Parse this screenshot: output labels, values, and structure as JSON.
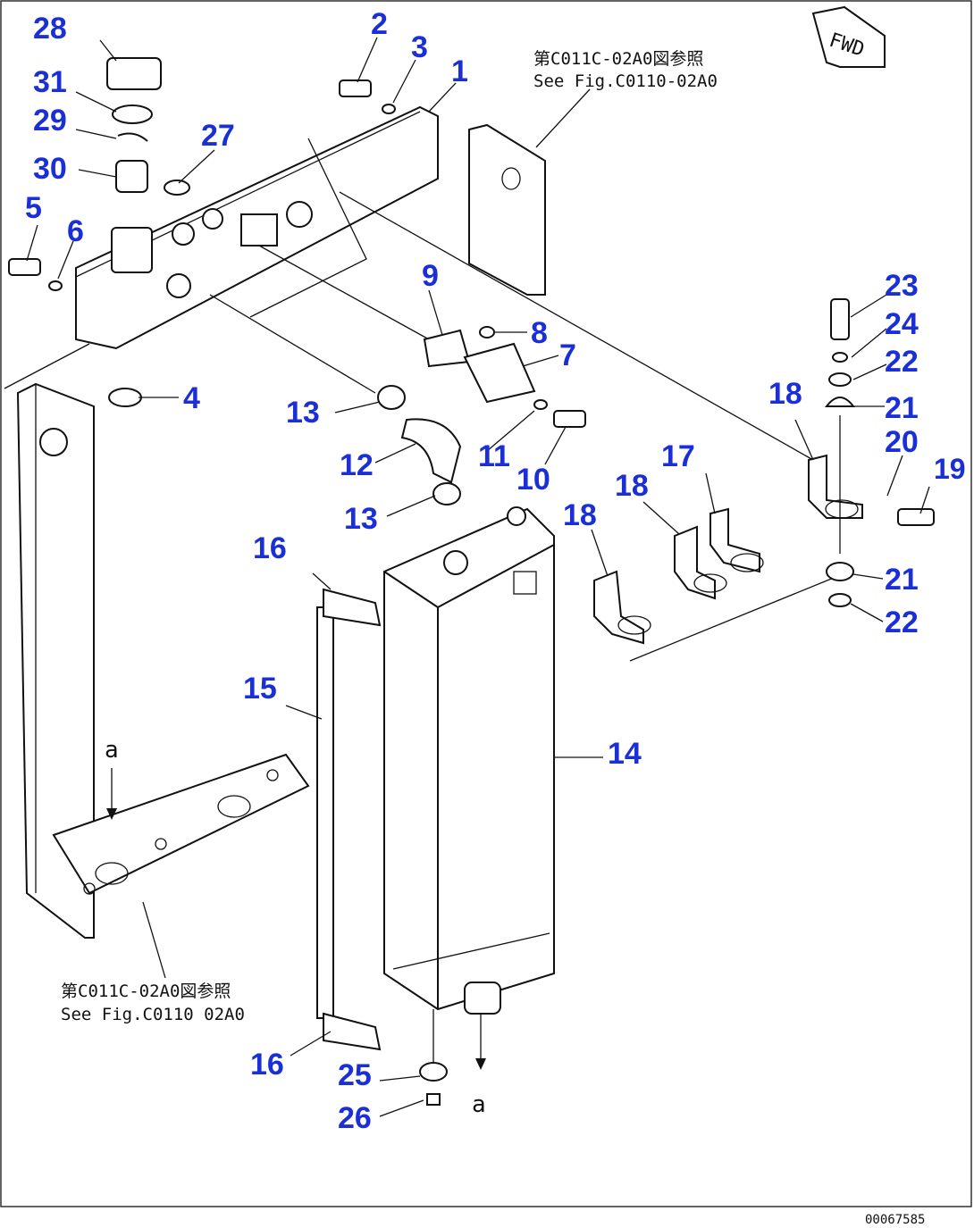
{
  "callouts": [
    {
      "id": "c28",
      "label": "28"
    },
    {
      "id": "c31",
      "label": "31"
    },
    {
      "id": "c29",
      "label": "29"
    },
    {
      "id": "c30",
      "label": "30"
    },
    {
      "id": "c5",
      "label": "5"
    },
    {
      "id": "c6",
      "label": "6"
    },
    {
      "id": "c27",
      "label": "27"
    },
    {
      "id": "c2",
      "label": "2"
    },
    {
      "id": "c3",
      "label": "3"
    },
    {
      "id": "c1",
      "label": "1"
    },
    {
      "id": "c4",
      "label": "4"
    },
    {
      "id": "c9",
      "label": "9"
    },
    {
      "id": "c8",
      "label": "8"
    },
    {
      "id": "c7",
      "label": "7"
    },
    {
      "id": "c13a",
      "label": "13"
    },
    {
      "id": "c12",
      "label": "12"
    },
    {
      "id": "c11",
      "label": "11"
    },
    {
      "id": "c10",
      "label": "10"
    },
    {
      "id": "c13b",
      "label": "13"
    },
    {
      "id": "c23",
      "label": "23"
    },
    {
      "id": "c24",
      "label": "24"
    },
    {
      "id": "c22a",
      "label": "22"
    },
    {
      "id": "c18a",
      "label": "18"
    },
    {
      "id": "c21a",
      "label": "21"
    },
    {
      "id": "c20",
      "label": "20"
    },
    {
      "id": "c19",
      "label": "19"
    },
    {
      "id": "c17",
      "label": "17"
    },
    {
      "id": "c18b",
      "label": "18"
    },
    {
      "id": "c18c",
      "label": "18"
    },
    {
      "id": "c16a",
      "label": "16"
    },
    {
      "id": "c21b",
      "label": "21"
    },
    {
      "id": "c22b",
      "label": "22"
    },
    {
      "id": "c15",
      "label": "15"
    },
    {
      "id": "c14",
      "label": "14"
    },
    {
      "id": "c16b",
      "label": "16"
    },
    {
      "id": "c25",
      "label": "25"
    },
    {
      "id": "c26",
      "label": "26"
    }
  ],
  "notes": {
    "top_jp": "第C011C-02A0図参照",
    "top_en": "See Fig.C0110-02A0",
    "bottom_jp": "第C011C-02A0図参照",
    "bottom_en": "See Fig.C0110 02A0"
  },
  "fwd_label": "FWD",
  "marker_a_top": "a",
  "marker_a_bottom": "a",
  "figure_code": "00067585"
}
